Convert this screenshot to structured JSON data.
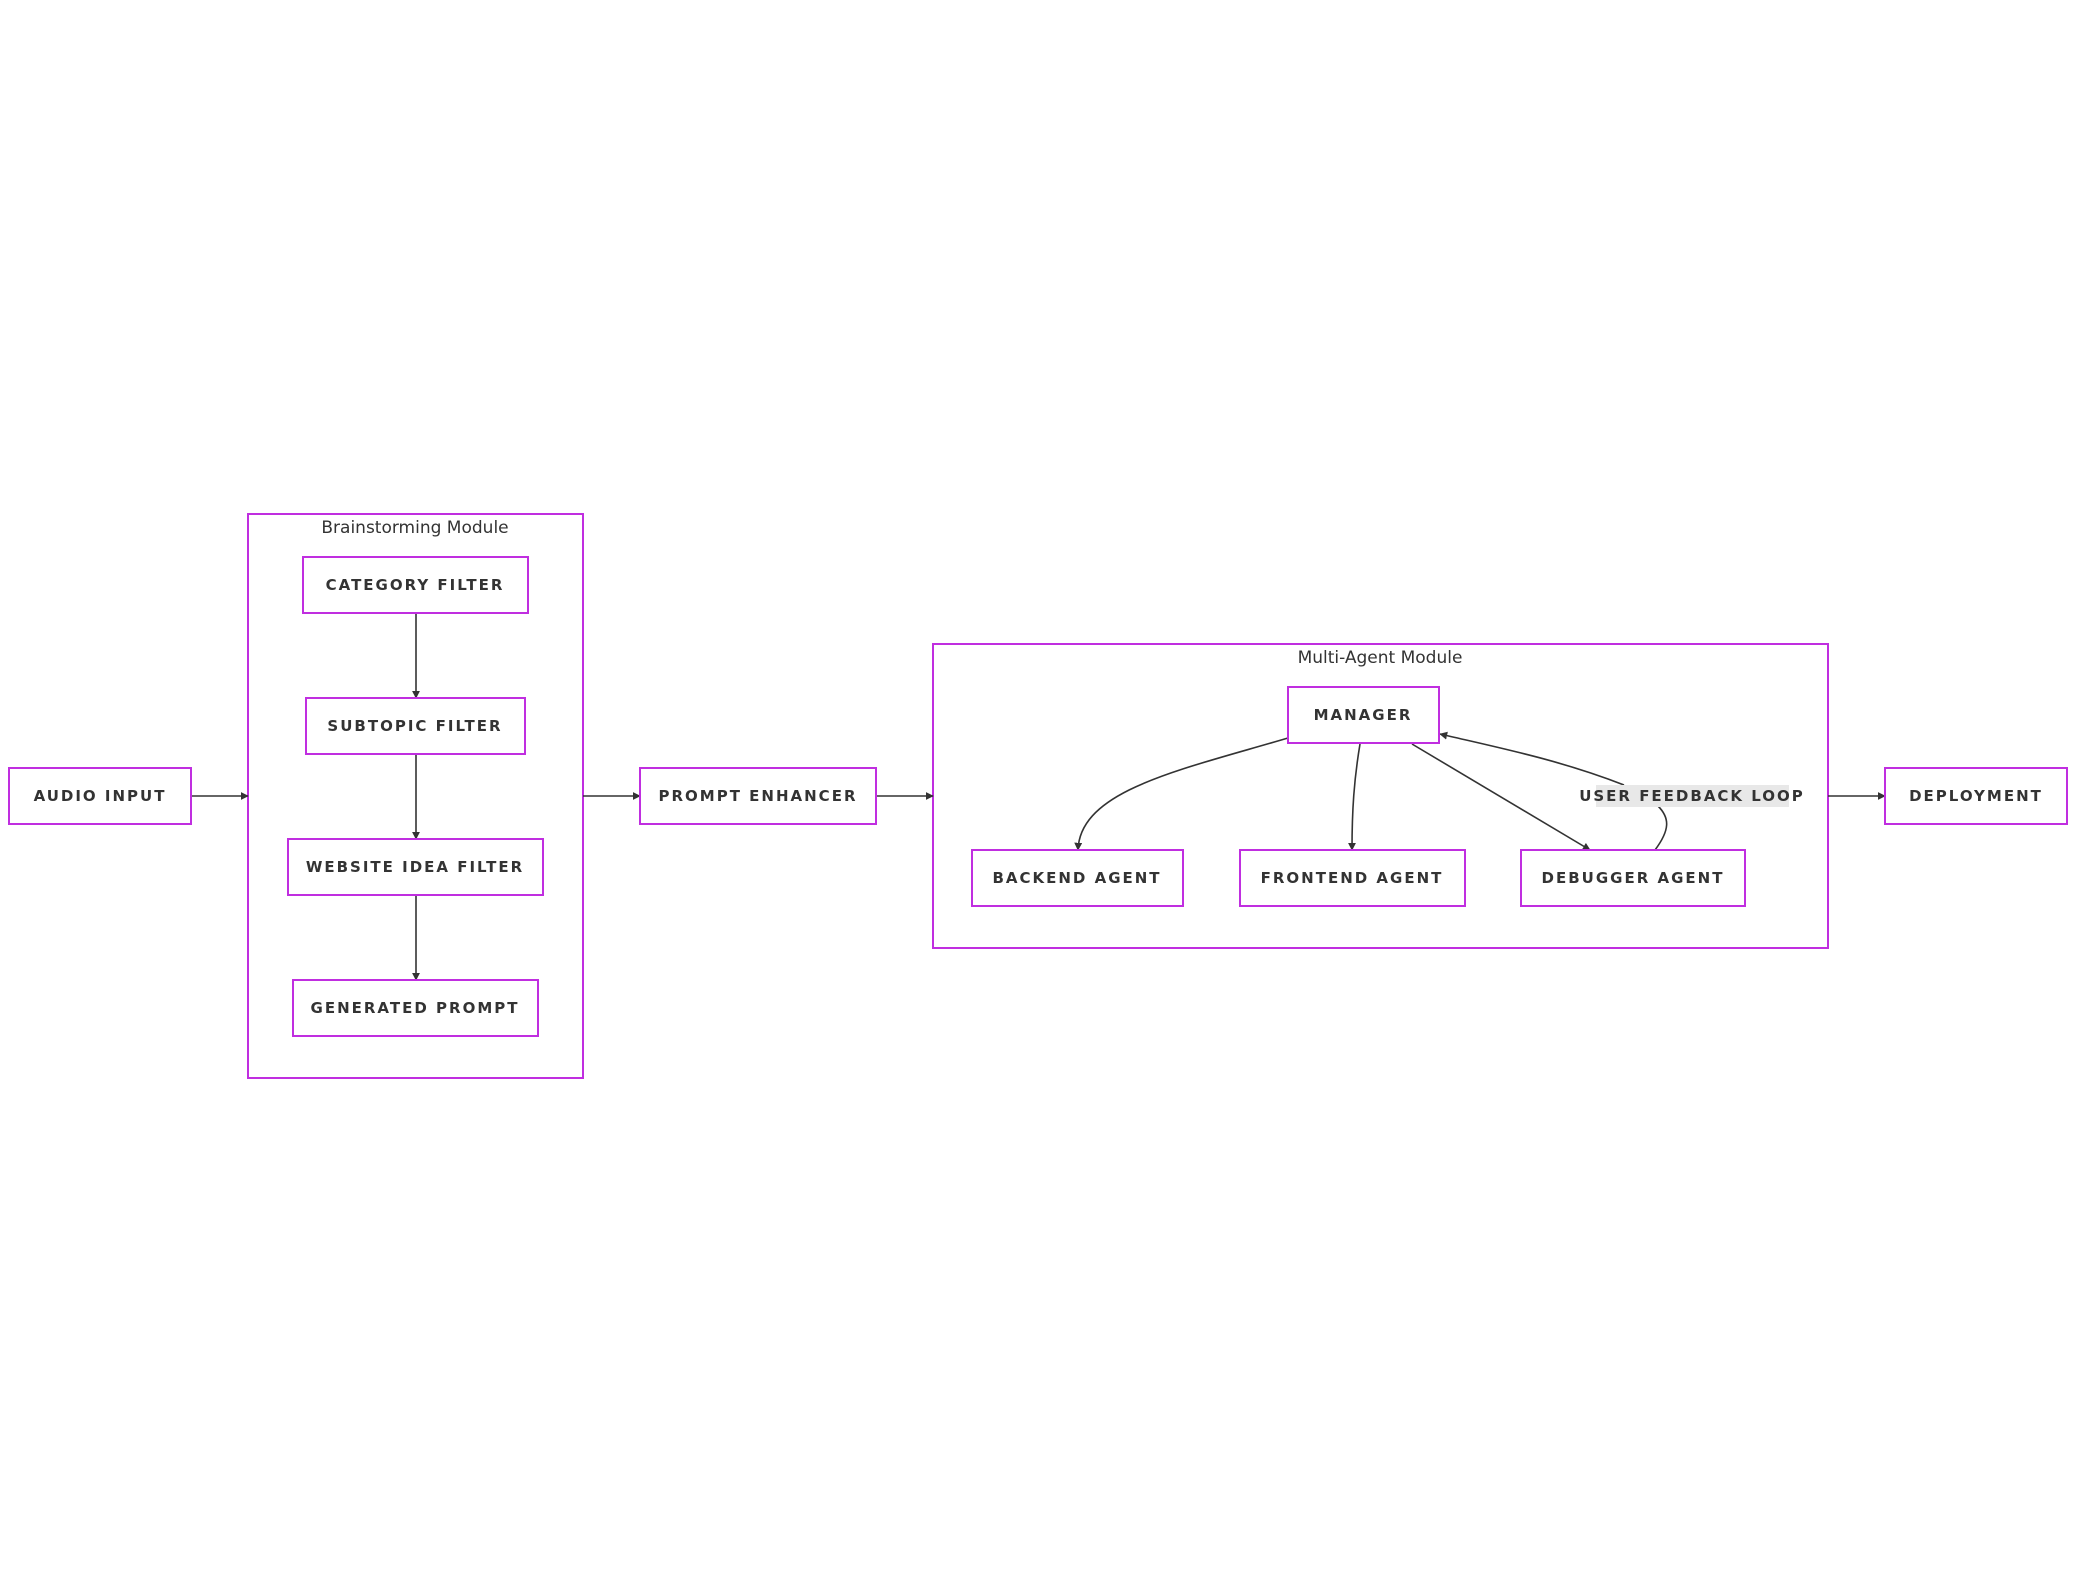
{
  "diagram": {
    "clusters": {
      "brainstorming": {
        "title": "Brainstorming Module"
      },
      "multi_agent": {
        "title": "Multi-Agent Module"
      }
    },
    "nodes": {
      "audio_input": "AUDIO INPUT",
      "category_filter": "CATEGORY FILTER",
      "subtopic_filter": "SUBTOPIC FILTER",
      "website_idea_filter": "WEBSITE IDEA FILTER",
      "generated_prompt": "GENERATED PROMPT",
      "prompt_enhancer": "PROMPT ENHANCER",
      "manager": "MANAGER",
      "backend_agent": "BACKEND AGENT",
      "frontend_agent": "FRONTEND AGENT",
      "debugger_agent": "DEBUGGER AGENT",
      "deployment": "DEPLOYMENT"
    },
    "edge_labels": {
      "user_feedback_loop": "USER FEEDBACK LOOP"
    },
    "colors": {
      "node_border": "#c02ee0",
      "edge": "#333333",
      "text": "#333333",
      "edge_label_background": "#e8e8e8"
    }
  }
}
